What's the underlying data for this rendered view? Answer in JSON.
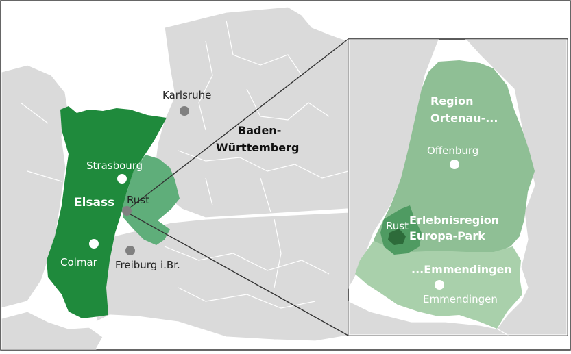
{
  "colors": {
    "land": "#dadada",
    "land_border": "#ffffff",
    "elsass": "#1f8a3c",
    "ortenau": "#5fae7a",
    "inset_ortenau": "#8fbf95",
    "inset_emmendingen": "#a9d0ab",
    "inset_park": "#4f9b62",
    "inset_park_dark": "#2d6b3a",
    "city_grey": "#808080",
    "city_white": "#ffffff",
    "frame": "#333333"
  },
  "main_map": {
    "region_elsass": "Elsass",
    "state_line1": "Baden-",
    "state_line2": "Württemberg",
    "cities": {
      "karlsruhe": "Karlsruhe",
      "strasbourg": "Strasbourg",
      "rust": "Rust",
      "colmar": "Colmar",
      "freiburg": "Freiburg i.Br."
    }
  },
  "inset_map": {
    "region_ortenau_line1": "Region",
    "region_ortenau_line2": "Ortenau-...",
    "city_offenburg": "Offenburg",
    "city_rust": "Rust",
    "region_park_line1": "Erlebnisregion",
    "region_park_line2": "Europa-Park",
    "region_emmendingen": "...Emmendingen",
    "city_emmendingen": "Emmendingen"
  }
}
